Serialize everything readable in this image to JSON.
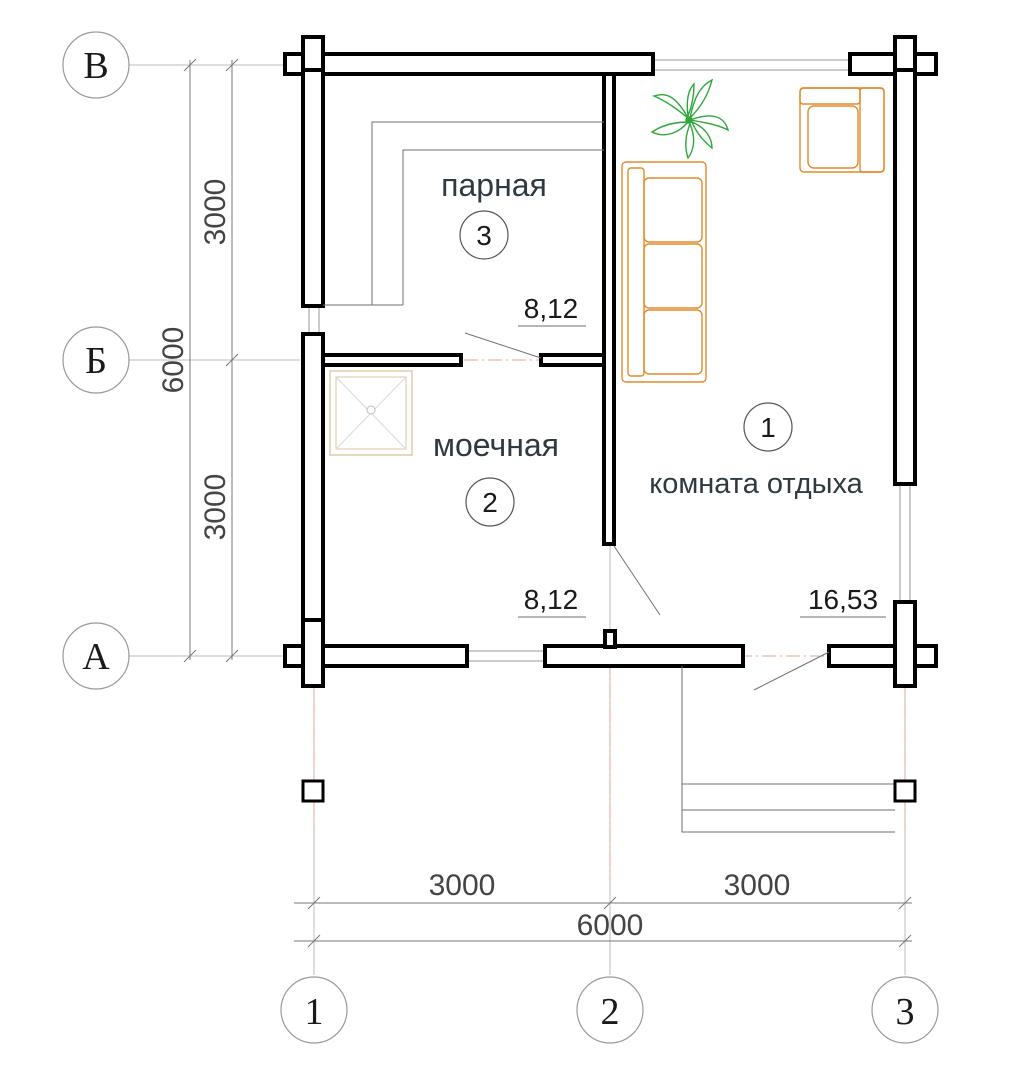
{
  "axes": {
    "rows": [
      {
        "id": "row-v",
        "label": "В"
      },
      {
        "id": "row-b",
        "label": "Б"
      },
      {
        "id": "row-a",
        "label": "А"
      }
    ],
    "columns": [
      {
        "id": "col-1",
        "label": "1"
      },
      {
        "id": "col-2",
        "label": "2"
      },
      {
        "id": "col-3",
        "label": "3"
      }
    ]
  },
  "dimensions": {
    "left_upper": "3000",
    "left_lower": "3000",
    "left_total": "6000",
    "bottom_left": "3000",
    "bottom_right": "3000",
    "bottom_total": "6000"
  },
  "rooms": [
    {
      "number": "1",
      "name": "комната отдыха",
      "area": "16,53"
    },
    {
      "number": "2",
      "name": "моечная",
      "area": "8,12"
    },
    {
      "number": "3",
      "name": "парная",
      "area": "8,12"
    }
  ],
  "colors": {
    "wall": "#000000",
    "axis": "#e6a48f",
    "furniture": "#e38a2b",
    "plant": "#2ea83a",
    "text": "#2e3a3f"
  },
  "icons": {
    "plant": "plant-icon",
    "armchair": "armchair-icon",
    "sofa": "sofa-icon",
    "shower": "shower-tray-icon"
  }
}
